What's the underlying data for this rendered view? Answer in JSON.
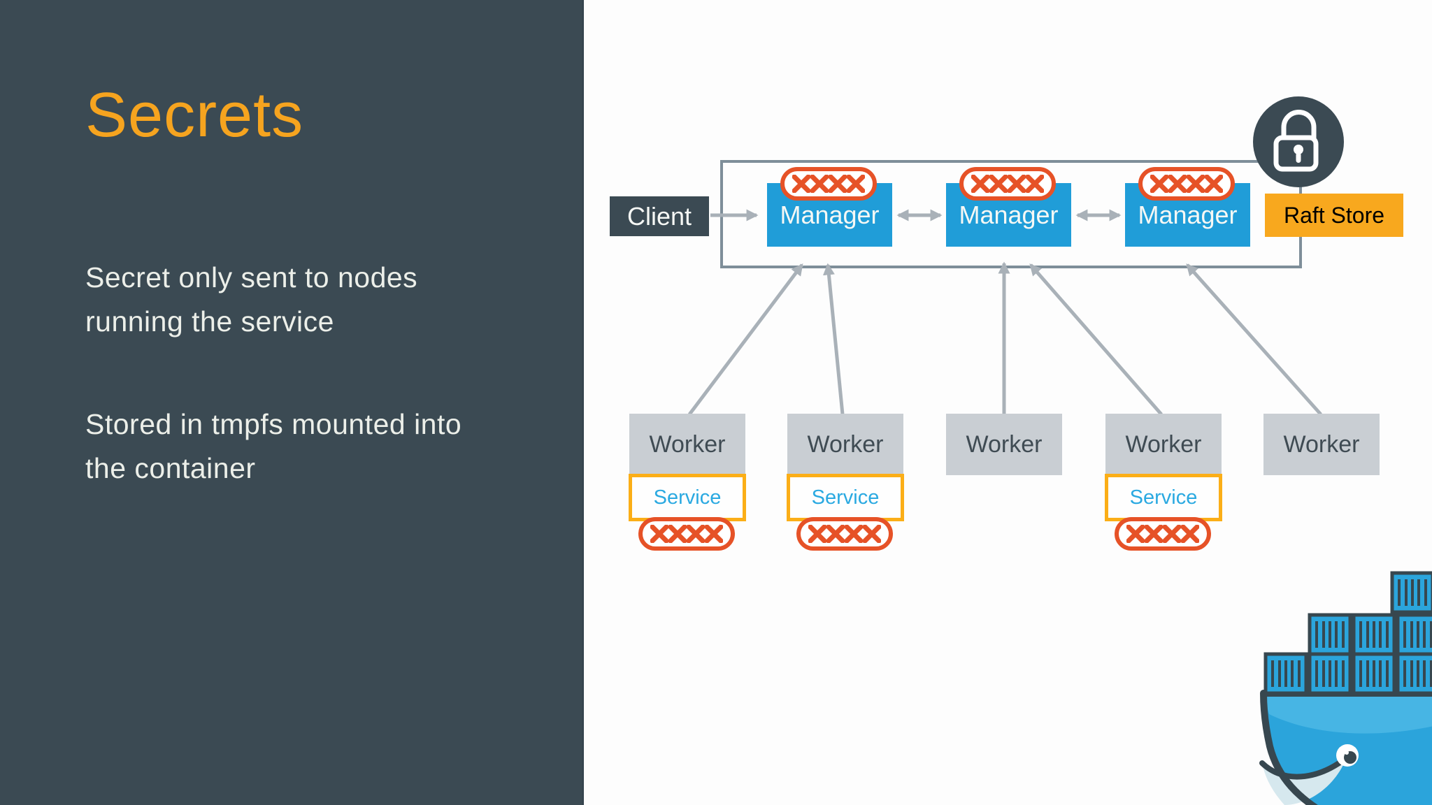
{
  "slide": {
    "title": "Secrets",
    "bullets": [
      "Secret only sent to nodes\nrunning the service",
      "Stored in tmpfs mounted into\nthe container"
    ]
  },
  "diagram": {
    "client_label": "Client",
    "manager_labels": [
      "Manager",
      "Manager",
      "Manager"
    ],
    "raft_store_label": "Raft Store",
    "worker_labels": [
      "Worker",
      "Worker",
      "Worker",
      "Worker",
      "Worker"
    ],
    "service_labels": [
      "Service",
      "Service",
      "Service"
    ],
    "secret_symbol": "××××",
    "icons": {
      "lock": "padlock-icon",
      "logo": "docker-whale-logo"
    },
    "colors": {
      "panel_slate": "#3B4A53",
      "accent_orange": "#F6A41F",
      "raft_orange": "#F8A81E",
      "service_border_orange": "#FBAE17",
      "docker_blue": "#209DD8",
      "badge_red": "#E65227",
      "worker_gray": "#C9CED3",
      "arrow_gray": "#A9B1B8",
      "rect_border_gray": "#7E8E99"
    }
  }
}
